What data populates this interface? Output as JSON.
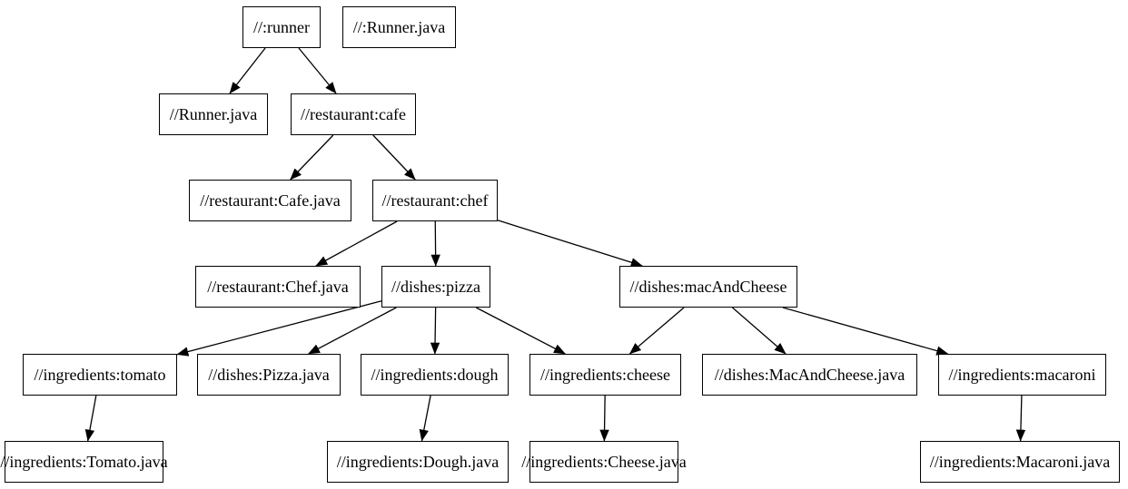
{
  "diagram": {
    "type": "dependency-graph",
    "background_color": "#ffffff",
    "node_fill_color": "#ffffff",
    "node_border_color": "#000000",
    "edge_color": "#000000",
    "nodes": [
      {
        "id": "runner",
        "label": "//:runner"
      },
      {
        "id": "runner-java-root",
        "label": "//:Runner.java"
      },
      {
        "id": "runner-java",
        "label": "//Runner.java"
      },
      {
        "id": "cafe",
        "label": "//restaurant:cafe"
      },
      {
        "id": "cafe-java",
        "label": "//restaurant:Cafe.java"
      },
      {
        "id": "chef",
        "label": "//restaurant:chef"
      },
      {
        "id": "chef-java",
        "label": "//restaurant:Chef.java"
      },
      {
        "id": "pizza",
        "label": "//dishes:pizza"
      },
      {
        "id": "mac-and-cheese",
        "label": "//dishes:macAndCheese"
      },
      {
        "id": "tomato",
        "label": "//ingredients:tomato"
      },
      {
        "id": "pizza-java",
        "label": "//dishes:Pizza.java"
      },
      {
        "id": "dough",
        "label": "//ingredients:dough"
      },
      {
        "id": "cheese",
        "label": "//ingredients:cheese"
      },
      {
        "id": "mac-and-cheese-java",
        "label": "//dishes:MacAndCheese.java"
      },
      {
        "id": "macaroni",
        "label": "//ingredients:macaroni"
      },
      {
        "id": "tomato-java",
        "label": "//ingredients:Tomato.java"
      },
      {
        "id": "dough-java",
        "label": "//ingredients:Dough.java"
      },
      {
        "id": "cheese-java",
        "label": "//ingredients:Cheese.java"
      },
      {
        "id": "macaroni-java",
        "label": "//ingredients:Macaroni.java"
      }
    ],
    "edges": [
      {
        "from": "runner",
        "to": "runner-java"
      },
      {
        "from": "runner",
        "to": "cafe"
      },
      {
        "from": "cafe",
        "to": "cafe-java"
      },
      {
        "from": "cafe",
        "to": "chef"
      },
      {
        "from": "chef",
        "to": "chef-java"
      },
      {
        "from": "chef",
        "to": "pizza"
      },
      {
        "from": "chef",
        "to": "mac-and-cheese"
      },
      {
        "from": "pizza",
        "to": "tomato"
      },
      {
        "from": "pizza",
        "to": "pizza-java"
      },
      {
        "from": "pizza",
        "to": "dough"
      },
      {
        "from": "pizza",
        "to": "cheese"
      },
      {
        "from": "mac-and-cheese",
        "to": "cheese"
      },
      {
        "from": "mac-and-cheese",
        "to": "mac-and-cheese-java"
      },
      {
        "from": "mac-and-cheese",
        "to": "macaroni"
      },
      {
        "from": "tomato",
        "to": "tomato-java"
      },
      {
        "from": "dough",
        "to": "dough-java"
      },
      {
        "from": "cheese",
        "to": "cheese-java"
      },
      {
        "from": "macaroni",
        "to": "macaroni-java"
      }
    ]
  }
}
